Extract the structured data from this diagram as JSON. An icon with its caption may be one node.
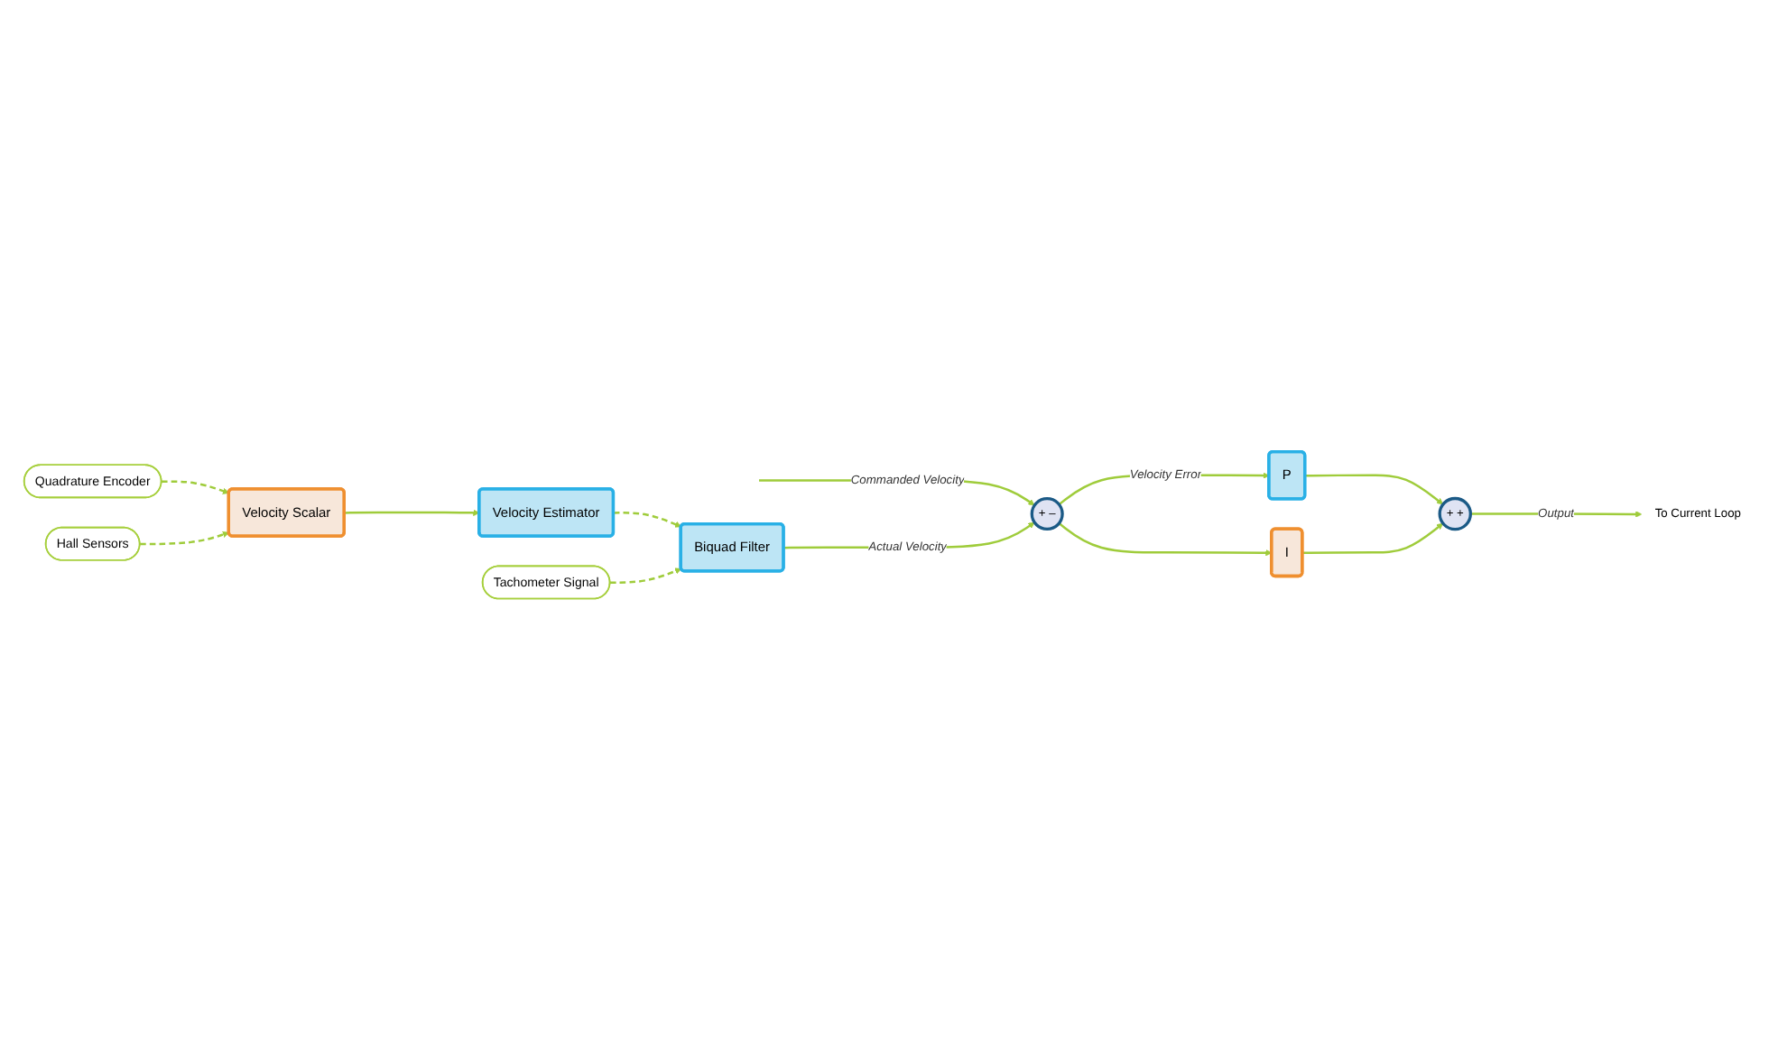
{
  "diagram": {
    "nodes": [
      {
        "text": [
          "+",
          "–"
        ]
      },
      {
        "text": [
          "P"
        ]
      },
      {
        "text": [
          "I"
        ]
      },
      {
        "text": [
          "+",
          "+"
        ]
      },
      {
        "text": [
          "To Current Loop"
        ]
      },
      {
        "text": [
          "Biquad Filter"
        ]
      },
      {
        "text": [
          "Velocity Estimator"
        ]
      },
      {
        "text": [
          "Velocity Scalar"
        ]
      },
      {
        "text": [
          "Quadrature Encoder"
        ]
      },
      {
        "text": [
          "Hall Sensors"
        ]
      },
      {
        "text": [
          "Tachometer Signal"
        ]
      }
    ],
    "edges": [
      {
        "from": null,
        "to": 0,
        "arrow": "to",
        "label": "Commanded Velocity"
      },
      {
        "from": 0,
        "to": 1,
        "arrow": "to",
        "label": "Velocity Error"
      },
      {
        "from": 0,
        "to": 2,
        "arrow": "to"
      },
      {
        "from": 1,
        "to": 3,
        "arrow": "to"
      },
      {
        "from": 2,
        "to": 3,
        "arrow": "to"
      },
      {
        "from": 3,
        "to": 4,
        "arrow": "to",
        "label": "Output"
      },
      {
        "from": 5,
        "to": 0,
        "arrow": "to",
        "label": "Actual Velocity"
      },
      {
        "from": 8,
        "to": 7,
        "arrow": "to",
        "style": "dashed"
      },
      {
        "from": 9,
        "to": 7,
        "arrow": "to",
        "style": "dashed"
      },
      {
        "from": 7,
        "to": 6,
        "arrow": "to"
      },
      {
        "from": 6,
        "to": 5,
        "arrow": "to",
        "style": "dashed"
      },
      {
        "from": 10,
        "to": 5,
        "arrow": "to",
        "style": "dashed"
      }
    ]
  }
}
